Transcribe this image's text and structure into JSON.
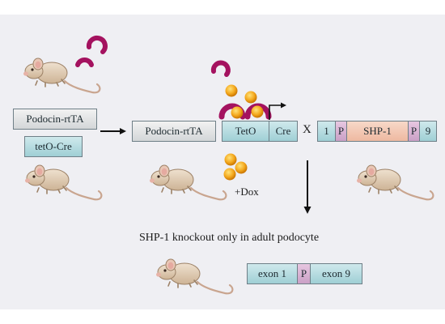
{
  "labels": {
    "podocin_rtta_left": "Podocin-rtTA",
    "tetO_cre_left": "tetO-Cre",
    "podocin_rtta_mid": "Podocin-rtTA",
    "teto": "TetO",
    "cre": "Cre",
    "cross": "X",
    "dox": "+Dox",
    "result_caption": "SHP-1 knockout only in adult podocyte"
  },
  "floxed_gene": {
    "exon_start": "1",
    "loxp_left": "P",
    "gene": "SHP-1",
    "loxp_right": "P",
    "exon_end": "9"
  },
  "knockout_gene": {
    "exon_start": "exon 1",
    "loxp": "P",
    "exon_end": "exon 9"
  },
  "colors": {
    "background": "#efeff3",
    "teal_box": "#b9dfe3",
    "gray_box": "#e2e4e6",
    "loxp_pink": "#d9b3d5",
    "gene_salmon": "#f2c7b2",
    "rtta_magenta": "#a4125f",
    "dox_orange": "#f0a020",
    "mouse_fur": "#e2cdb5"
  },
  "icons": [
    "mouse-icon",
    "rtta-protein-icon",
    "doxycycline-molecule-icon",
    "arrow-icon"
  ]
}
